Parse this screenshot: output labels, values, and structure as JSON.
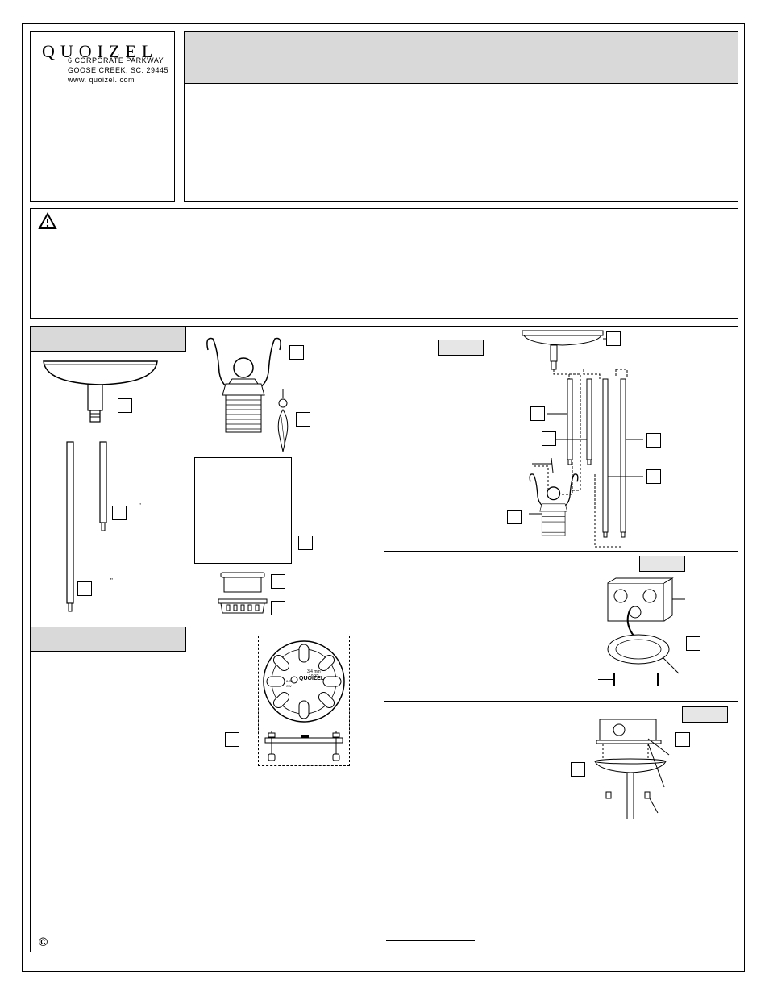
{
  "header": {
    "brand": "QUOIZEL",
    "address_line1": "6 CORPORATE PARKWAY",
    "address_line2": "GOOSE CREEK, SC. 29445",
    "website": "www. quoizel. com"
  },
  "warning": {
    "icon": "warning-triangle-icon"
  },
  "parts": {
    "plate_text": "QUOIZEL",
    "plate_size_a": "3/4 mm",
    "plate_size_b": "10 32",
    "plate_marks": [
      "8-32",
      "CW"
    ],
    "inch_mark_1": "\"",
    "inch_mark_2": "\""
  },
  "footer": {
    "copyright_symbol": "©"
  },
  "colors": {
    "header_bar": "#d9d9d9",
    "step_tag": "#e6e6e6",
    "line": "#000000"
  }
}
